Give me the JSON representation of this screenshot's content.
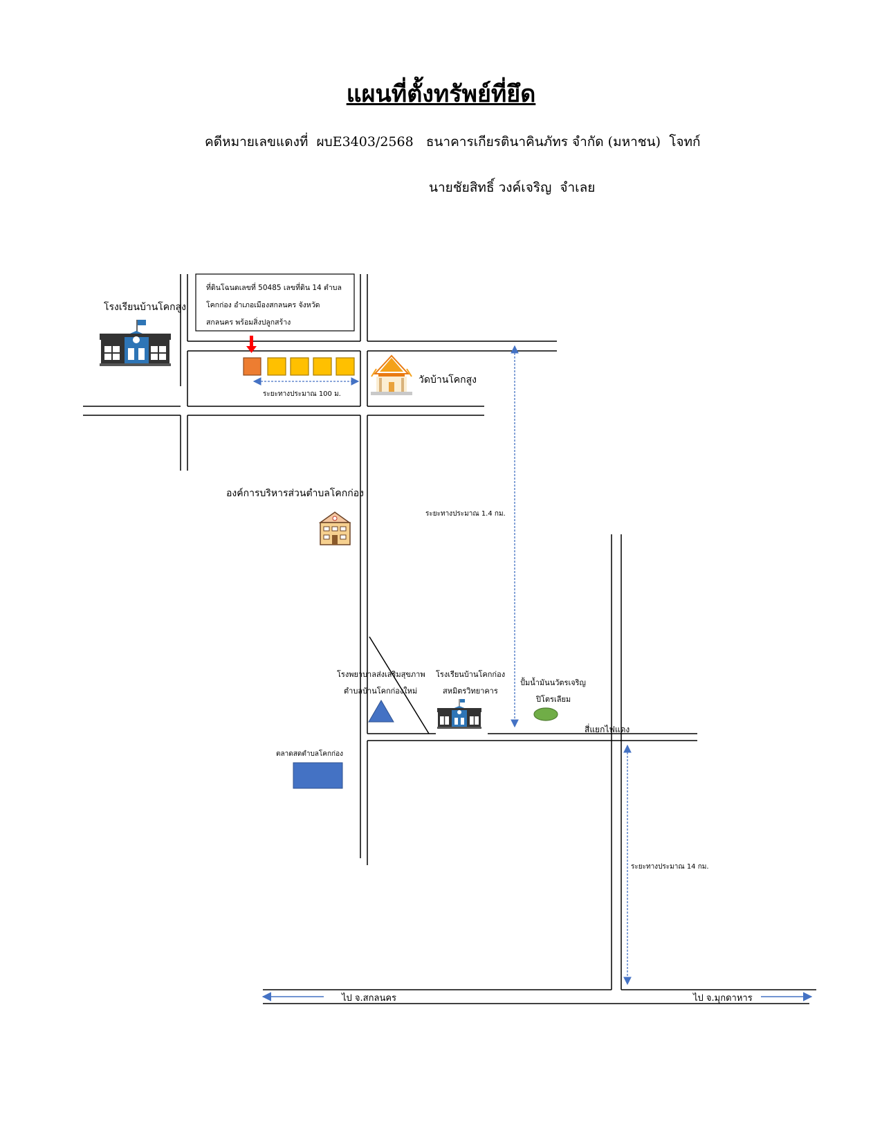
{
  "title": "แผนที่ตั้งทรัพย์ที่ยึด",
  "case": {
    "label": "คดีหมายเลขแดงที่",
    "number": "ผบE3403/2568",
    "plaintiff": "ธนาคารเกียรตินาคินภัทร จำกัด (มหาชน)",
    "plaintiff_role": "โจทก์",
    "defendant": "นายชัยสิทธิ์ วงค์เจริญ",
    "defendant_role": "จำเลย"
  },
  "map": {
    "property_box": {
      "line1": "ที่ดินโฉนดเลขที่ 50485 เลขที่ดิน 14 ตำบล",
      "line2": "โคกก่อง อำเภอเมืองสกลนคร จังหวัด",
      "line3": "สกลนคร พร้อมสิ่งปลูกสร้าง"
    },
    "labels": {
      "school_north": "โรงเรียนบ้านโคกสูง",
      "temple": "วัดบ้านโคกสูง",
      "distance_100m": "ระยะทางประมาณ 100 ม.",
      "sao": "องค์การบริหารส่วนตำบลโคกก่อง",
      "distance_1_4km": "ระยะทางประมาณ 1.4 กม.",
      "hospital_line1": "โรงพยาบาลส่งเสริมสุขภาพ",
      "hospital_line2": "ตำบลบ้านโคกก่องใหม่",
      "school_south_line1": "โรงเรียนบ้านโคกก่อง",
      "school_south_line2": "สหมิตรวิทยาคาร",
      "gas_line1": "ปั้มน้ำมันนวัตรเจริญ",
      "gas_line2": "ปิโตรเลียม",
      "traffic_light": "สี่แยกไฟแดง",
      "market": "ตลาดสดตำบลโคกก่อง",
      "distance_14km": "ระยะทางประมาณ 14 กม.",
      "to_sakon": "ไป จ.สกลนคร",
      "to_mukdahan": "ไป จ.มุกดาหาร"
    },
    "colors": {
      "seized_plot": "#ed7d31",
      "neighbor_plot": "#ffc000",
      "pointer_arrow": "#ff0000",
      "measure_arrow": "#4472c4",
      "hospital": "#4472c4",
      "gas_station": "#70ad47",
      "market": "#4472c4"
    },
    "icons": [
      "school-icon",
      "temple-icon",
      "government-building-icon",
      "hospital-triangle-icon",
      "school-small-icon",
      "gas-station-icon",
      "market-icon"
    ]
  }
}
